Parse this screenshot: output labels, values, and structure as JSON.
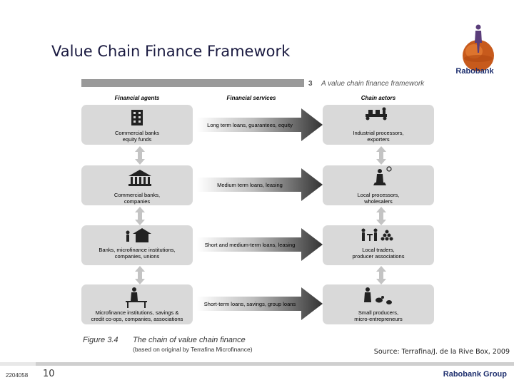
{
  "slide": {
    "title": "Value Chain Finance Framework",
    "source": "Source: Terrafina/J. de la Rive Box, 2009",
    "slide_id": "2204058",
    "page_number": "10",
    "footer_brand": "Rabobank Group"
  },
  "logo": {
    "name": "Rabobank"
  },
  "figure": {
    "number": "3",
    "header_title": "A value chain finance framework",
    "col_agents": "Financial agents",
    "col_services": "Financial services",
    "col_actors": "Chain actors",
    "rows": [
      {
        "agent": [
          "Commercial banks",
          "equity funds"
        ],
        "service": "Long term loans, guarantees, equity",
        "actor": [
          "Industrial processors,",
          "exporters"
        ]
      },
      {
        "agent": [
          "Commercial banks,",
          "companies"
        ],
        "service": "Medium term loans, leasing",
        "actor": [
          "Local processors,",
          "wholesalers"
        ]
      },
      {
        "agent": [
          "Banks, microfinance institutions,",
          "companies, unions"
        ],
        "service": "Short and medium-term loans, leasing",
        "actor": [
          "Local traders,",
          "producer associations"
        ]
      },
      {
        "agent": [
          "Microfinance institutions, savings &",
          "credit co-ops, companies, associations"
        ],
        "service": "Short-term loans, savings, group loans",
        "actor": [
          "Small producers,",
          "micro-entrepreneurs"
        ]
      }
    ],
    "caption_label": "Figure 3.4",
    "caption_title": "The chain of value chain finance",
    "caption_sub": "(based on original by Terrafina Microfinance)"
  },
  "colors": {
    "title": "#1a1a40",
    "brand": "#1e2f6e",
    "row_box": "#d9d9d9",
    "header_bar": "#9a9a9a",
    "arrow_dark": "#3a3a3a",
    "logo_orange": "#e0691e"
  }
}
